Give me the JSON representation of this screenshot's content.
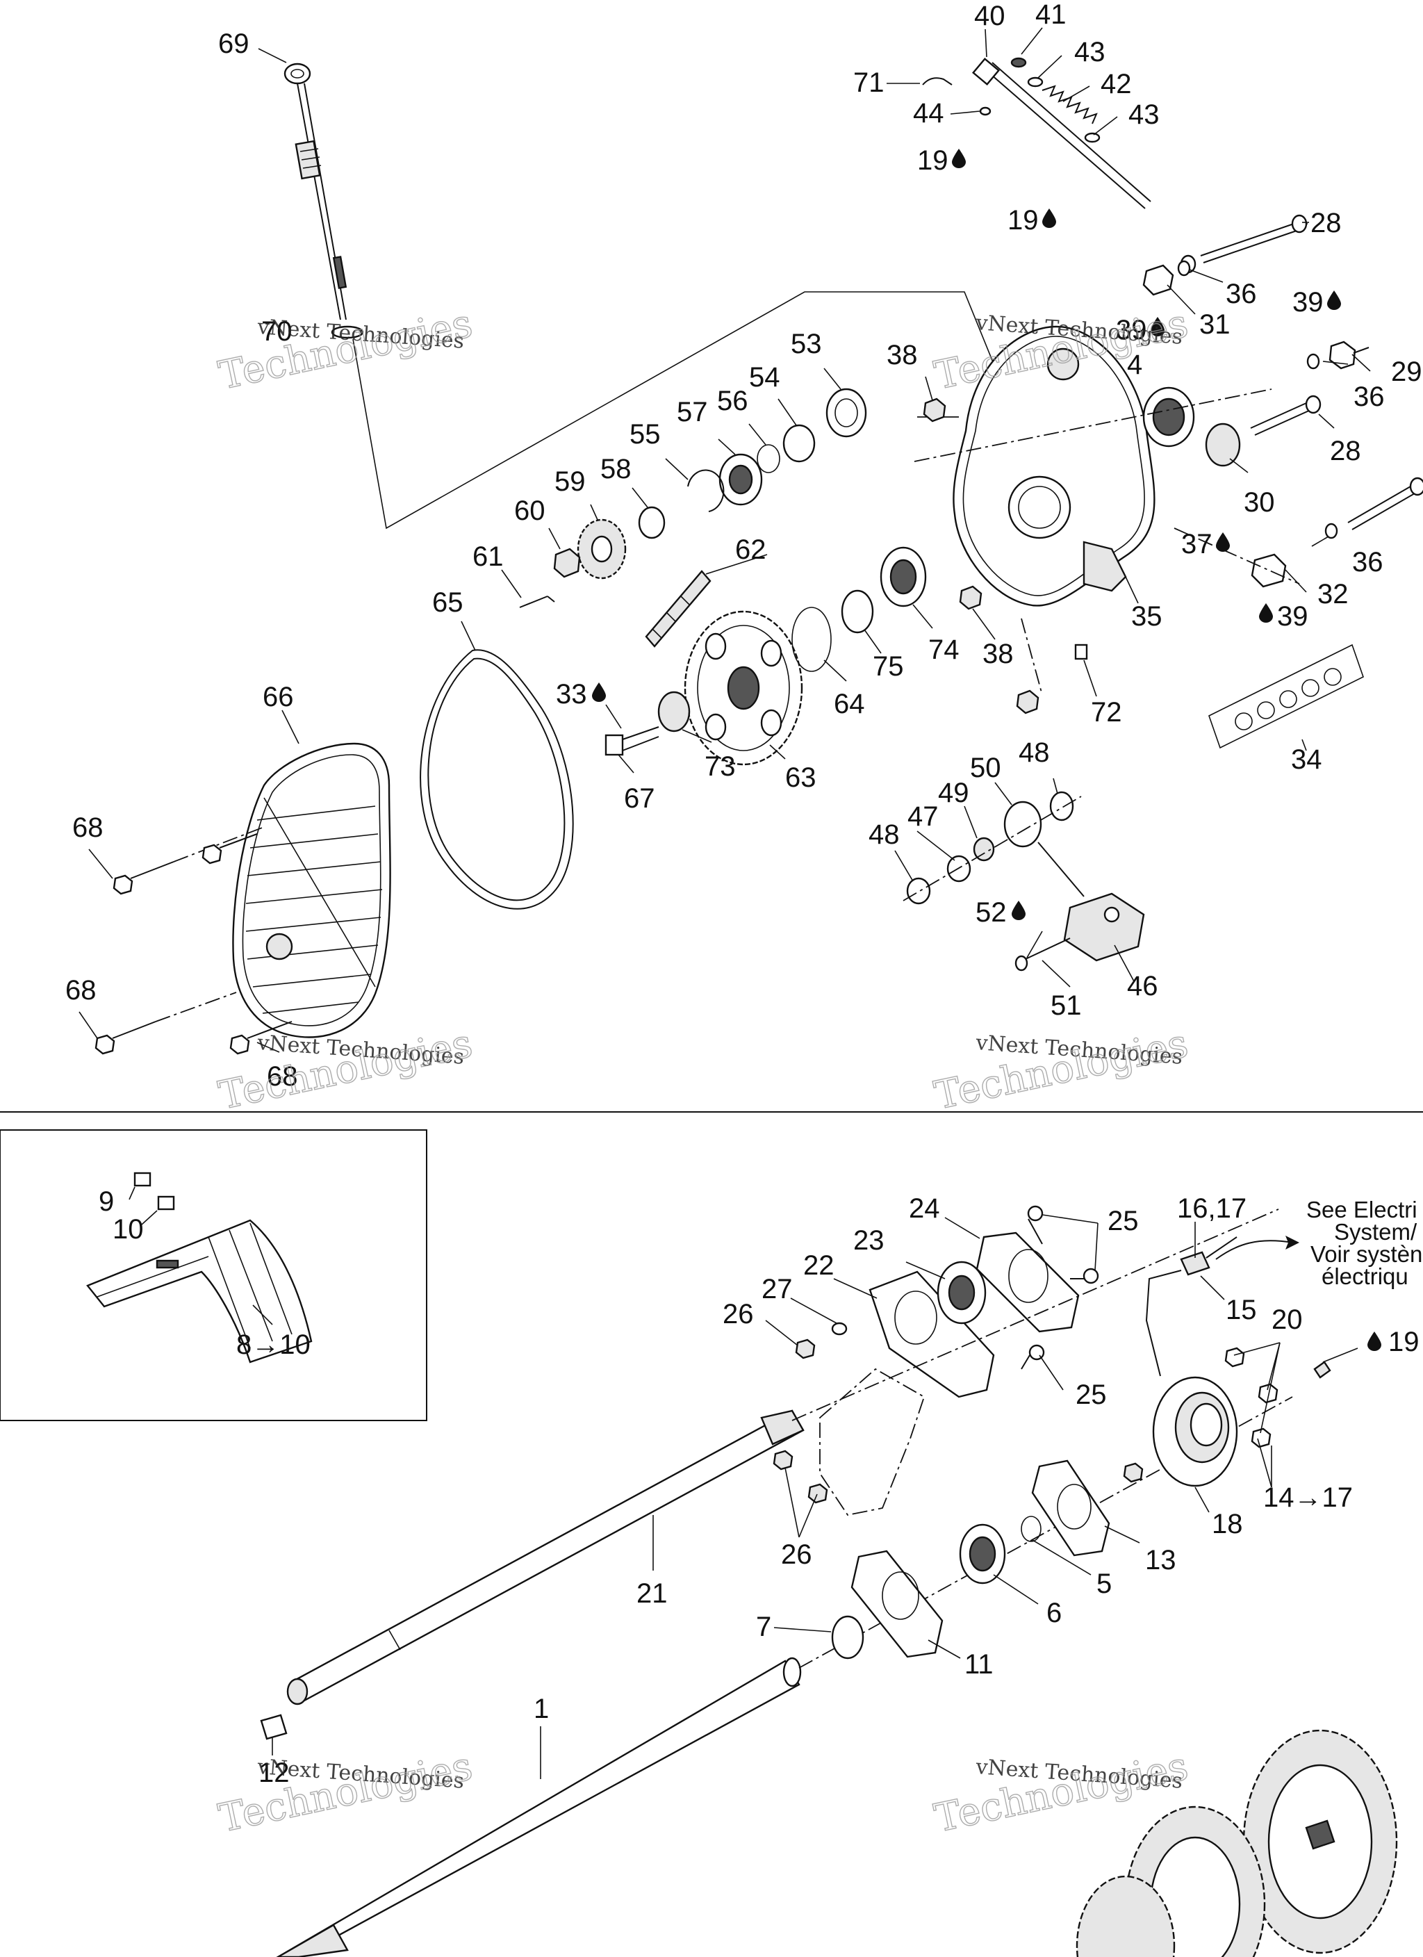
{
  "labels": [
    {
      "id": "69",
      "text": "69"
    },
    {
      "id": "70",
      "text": "70"
    },
    {
      "id": "40",
      "text": "40"
    },
    {
      "id": "41",
      "text": "41"
    },
    {
      "id": "43a",
      "text": "43"
    },
    {
      "id": "42",
      "text": "42"
    },
    {
      "id": "43b",
      "text": "43"
    },
    {
      "id": "71",
      "text": "71"
    },
    {
      "id": "44",
      "text": "44"
    },
    {
      "id": "19a",
      "text": "19"
    },
    {
      "id": "19b",
      "text": "19"
    },
    {
      "id": "28a",
      "text": "28"
    },
    {
      "id": "36a",
      "text": "36"
    },
    {
      "id": "31",
      "text": "31"
    },
    {
      "id": "39a",
      "text": "39"
    },
    {
      "id": "39b",
      "text": "39"
    },
    {
      "id": "4",
      "text": "4"
    },
    {
      "id": "29",
      "text": "29"
    },
    {
      "id": "36b",
      "text": "36"
    },
    {
      "id": "28b",
      "text": "28"
    },
    {
      "id": "30",
      "text": "30"
    },
    {
      "id": "38a",
      "text": "38"
    },
    {
      "id": "53",
      "text": "53"
    },
    {
      "id": "54",
      "text": "54"
    },
    {
      "id": "56",
      "text": "56"
    },
    {
      "id": "57",
      "text": "57"
    },
    {
      "id": "55",
      "text": "55"
    },
    {
      "id": "58",
      "text": "58"
    },
    {
      "id": "59",
      "text": "59"
    },
    {
      "id": "60",
      "text": "60"
    },
    {
      "id": "61",
      "text": "61"
    },
    {
      "id": "62",
      "text": "62"
    },
    {
      "id": "65",
      "text": "65"
    },
    {
      "id": "37",
      "text": "37"
    },
    {
      "id": "36c",
      "text": "36"
    },
    {
      "id": "32",
      "text": "32"
    },
    {
      "id": "39c",
      "text": "39"
    },
    {
      "id": "35",
      "text": "35"
    },
    {
      "id": "74",
      "text": "74"
    },
    {
      "id": "38b",
      "text": "38"
    },
    {
      "id": "75",
      "text": "75"
    },
    {
      "id": "64",
      "text": "64"
    },
    {
      "id": "72",
      "text": "72"
    },
    {
      "id": "33",
      "text": "33"
    },
    {
      "id": "73",
      "text": "73"
    },
    {
      "id": "63",
      "text": "63"
    },
    {
      "id": "67",
      "text": "67"
    },
    {
      "id": "34",
      "text": "34"
    },
    {
      "id": "66",
      "text": "66"
    },
    {
      "id": "48a",
      "text": "48"
    },
    {
      "id": "50",
      "text": "50"
    },
    {
      "id": "49",
      "text": "49"
    },
    {
      "id": "47",
      "text": "47"
    },
    {
      "id": "48b",
      "text": "48"
    },
    {
      "id": "52",
      "text": "52"
    },
    {
      "id": "46",
      "text": "46"
    },
    {
      "id": "51",
      "text": "51"
    },
    {
      "id": "68a",
      "text": "68"
    },
    {
      "id": "68b",
      "text": "68"
    },
    {
      "id": "68c",
      "text": "68"
    },
    {
      "id": "9",
      "text": "9"
    },
    {
      "id": "10",
      "text": "10"
    },
    {
      "id": "8to10",
      "text": "8→10"
    },
    {
      "id": "24",
      "text": "24"
    },
    {
      "id": "25a",
      "text": "25"
    },
    {
      "id": "16_17",
      "text": "16,17"
    },
    {
      "id": "23",
      "text": "23"
    },
    {
      "id": "22",
      "text": "22"
    },
    {
      "id": "27",
      "text": "27"
    },
    {
      "id": "26a",
      "text": "26"
    },
    {
      "id": "15",
      "text": "15"
    },
    {
      "id": "20",
      "text": "20"
    },
    {
      "id": "19c",
      "text": "19"
    },
    {
      "id": "25b",
      "text": "25"
    },
    {
      "id": "14to17",
      "text": "14→17"
    },
    {
      "id": "18",
      "text": "18"
    },
    {
      "id": "13",
      "text": "13"
    },
    {
      "id": "26b",
      "text": "26"
    },
    {
      "id": "21",
      "text": "21"
    },
    {
      "id": "5",
      "text": "5"
    },
    {
      "id": "6",
      "text": "6"
    },
    {
      "id": "7",
      "text": "7"
    },
    {
      "id": "11",
      "text": "11"
    },
    {
      "id": "1",
      "text": "1"
    },
    {
      "id": "12",
      "text": "12"
    }
  ],
  "note": {
    "lines": [
      "See Electri",
      "System/",
      "Voir systèn",
      "électriqu"
    ]
  },
  "watermark": {
    "line1": "vNext Technologies",
    "line2": "Technologies"
  },
  "icons": {
    "oil": "oil-drop-icon",
    "arrow": "arrow-right-icon"
  },
  "colors": {
    "ink": "#111111",
    "watermark": "#999999"
  }
}
